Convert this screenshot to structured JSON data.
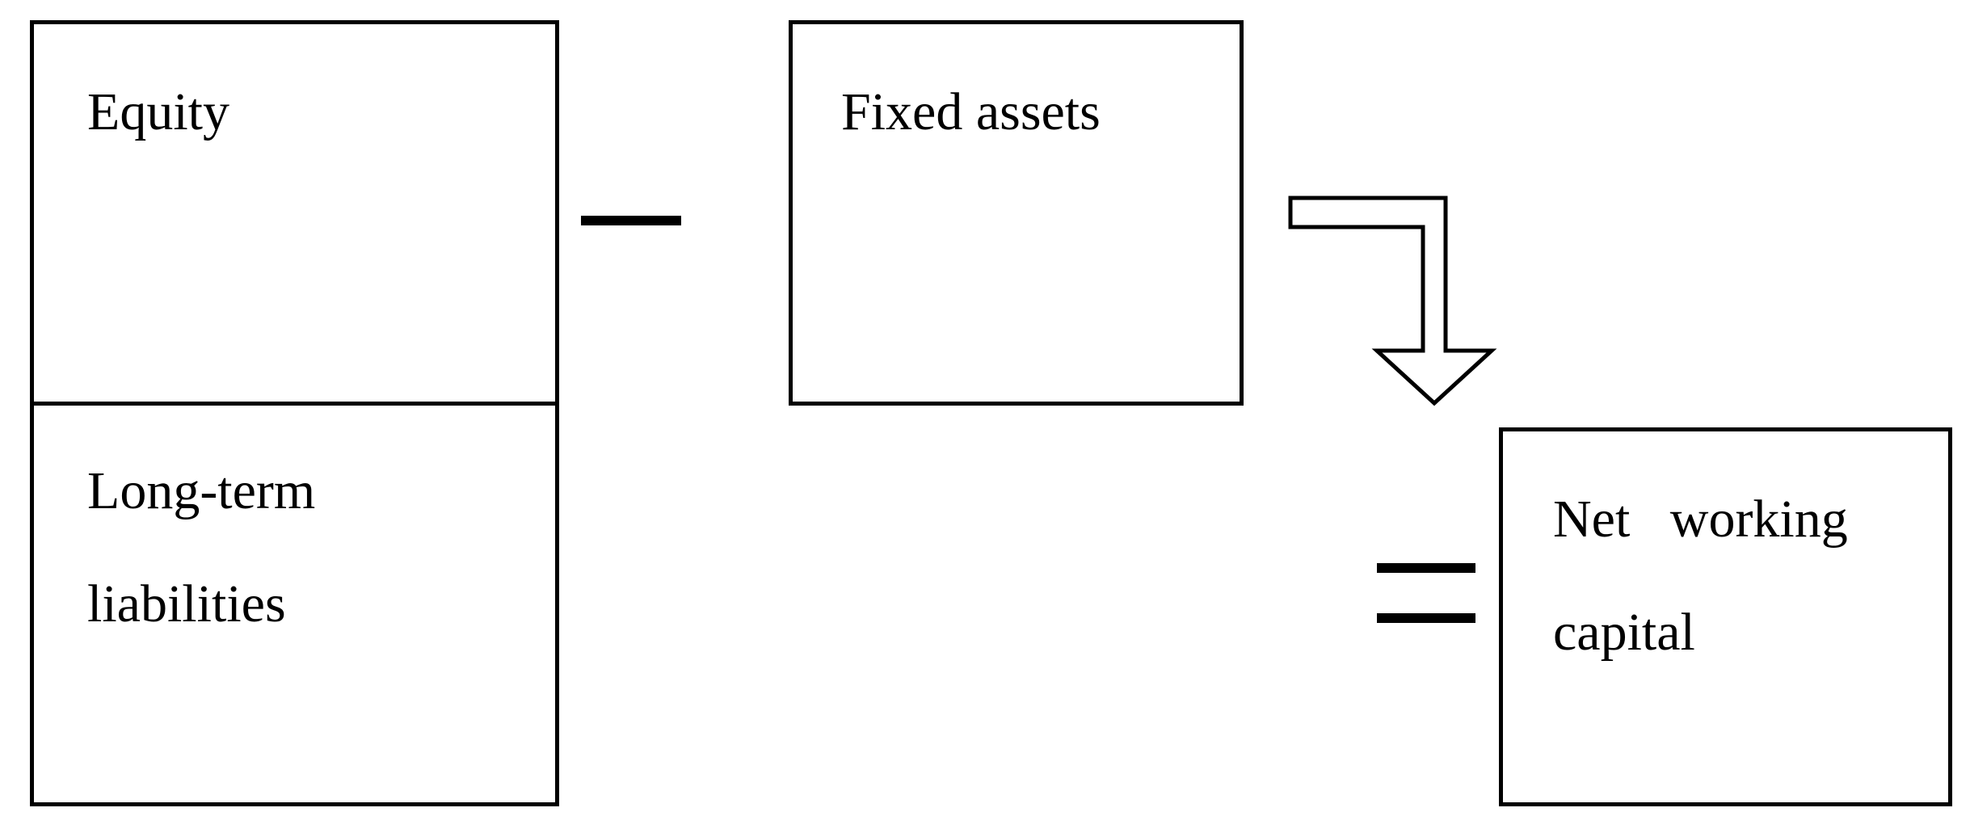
{
  "diagram": {
    "left_block": {
      "top_label": "Equity",
      "bottom_label_line1": "Long-term",
      "bottom_label_line2": "liabilities"
    },
    "middle_block": {
      "label": "Fixed assets"
    },
    "result_block": {
      "label_line1": "Net   working",
      "label_line2": "capital"
    },
    "operators": {
      "minus": "minus-sign",
      "equals": "equals-sign",
      "arrow": "bent-down-arrow-icon"
    }
  }
}
